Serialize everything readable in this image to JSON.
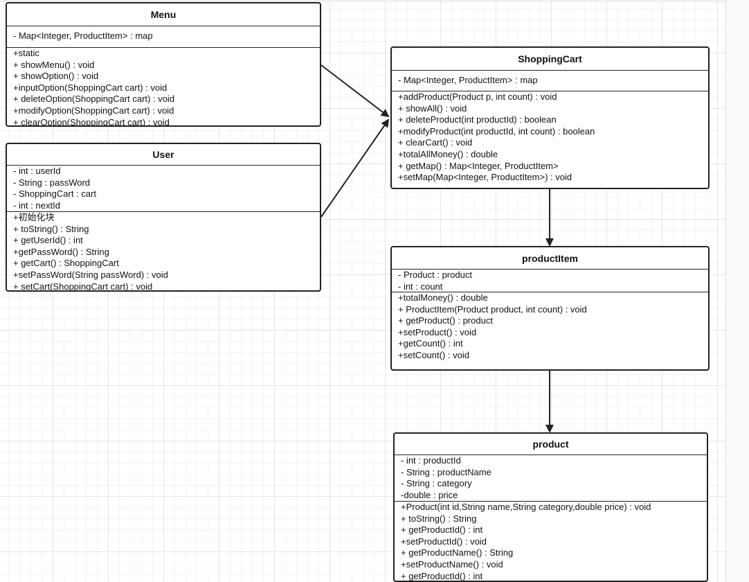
{
  "classes": {
    "menu": {
      "name": "Menu",
      "attributes": [
        "- Map<Integer, ProductItem> : map"
      ],
      "methods": [
        "+static",
        "+ showMenu() : void",
        "+ showOption() : void",
        "+inputOption(ShoppingCart cart) : void",
        "+ deleteOption(ShoppingCart cart) : void",
        "+modifyOption(ShoppingCart cart) : void",
        "+ clearOption(ShoppingCart cart) : void"
      ]
    },
    "user": {
      "name": "User",
      "attributes": [
        "- int : userId",
        "- String : passWord",
        "- ShoppingCart : cart",
        "- int : nextId"
      ],
      "methods": [
        "+初始化块",
        "+ toString() : String",
        "+ getUserId() : int",
        "+getPassWord() : String",
        "+ getCart() : ShoppingCart",
        "+setPassWord(String passWord) : void",
        "+ setCart(ShoppingCart cart) : void"
      ]
    },
    "shopping_cart": {
      "name": "ShoppingCart",
      "attributes": [
        "- Map<Integer, ProductItem> : map"
      ],
      "methods": [
        "+addProduct(Product p, int count) : void",
        "+ showAll() : void",
        "+ deleteProduct(int productId) : boolean",
        "+modifyProduct(int productId, int count) : boolean",
        "+ clearCart() : void",
        "+totalAllMoney() : double",
        "+ getMap() : Map<Integer, ProductItem>",
        "+setMap(Map<Integer, ProductItem>) : void"
      ]
    },
    "product_item": {
      "name": "productItem",
      "attributes": [
        "- Product : product",
        "- int : count"
      ],
      "methods": [
        "+totalMoney()   : double",
        "+ ProductItem(Product product, int count) : void",
        "+ getProduct() : product",
        "+setProduct() : void",
        "+getCount() : int",
        "+setCount() : void"
      ]
    },
    "product": {
      "name": "product",
      "attributes": [
        "- int : productId",
        "- String : productName",
        "- String : category",
        "-double : price"
      ],
      "methods": [
        "+Product(int id,String name,String category,double price)   : void",
        "+ toString() : String",
        "+ getProductId() : int",
        "+setProductId() : void",
        "+ getProductName() : String",
        "+setProductName() : void",
        "+ getProductId() : int"
      ]
    }
  },
  "colors": {
    "stroke": "#222222",
    "grid_major": "#e4e4e4",
    "grid_minor": "#f3f3f3"
  }
}
